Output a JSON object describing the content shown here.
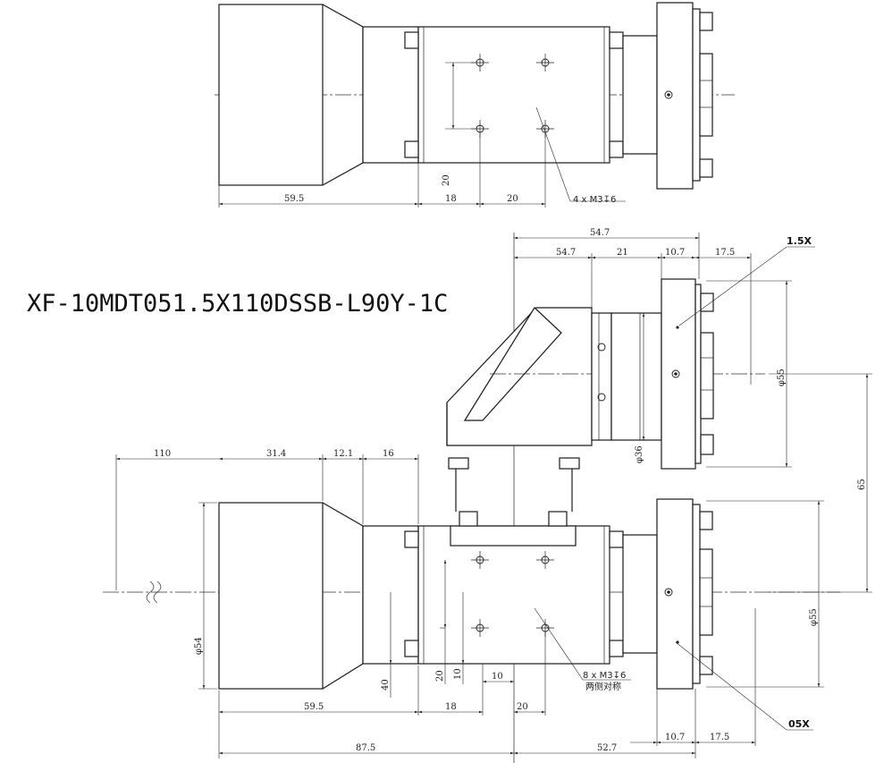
{
  "title": "XF-10MDT051.5X110DSSB-L90Y-1C",
  "tags": {
    "magnification_top": "1.5X",
    "magnification_bottom": "05X"
  },
  "top_view": {
    "dims": {
      "lens_length": "59.5",
      "hole_offset": "18",
      "hole_pitch": "20",
      "hole_spacing_v": "20"
    },
    "hole_note": "4 x M3↧6"
  },
  "side_view": {
    "dims": {
      "top_54_7": "54.7",
      "sub_54_7": "54.7",
      "sub_21": "21",
      "sub_10_7": "10.7",
      "sub_17_5": "17.5",
      "dia_55_upper": "φ55",
      "dia_36": "φ36",
      "total_110": "110",
      "len_31_4": "31.4",
      "len_12_1": "12.1",
      "len_16": "16",
      "offset_65": "65",
      "dia_55_lower": "φ55",
      "dia_54": "φ54",
      "v_40": "40",
      "v_20": "20",
      "v_10": "10",
      "h_10": "10",
      "h_20": "20",
      "lens_59_5": "59.5",
      "h_18": "18",
      "total_87_5": "87.5",
      "total_52_7": "52.7",
      "bot_10_7": "10.7",
      "bot_17_5": "17.5"
    },
    "hole_note": "8 x M3↧6",
    "hole_note_sub": "两侧对称"
  },
  "colors": {
    "line": "#1a1a1a",
    "background": "#ffffff"
  }
}
